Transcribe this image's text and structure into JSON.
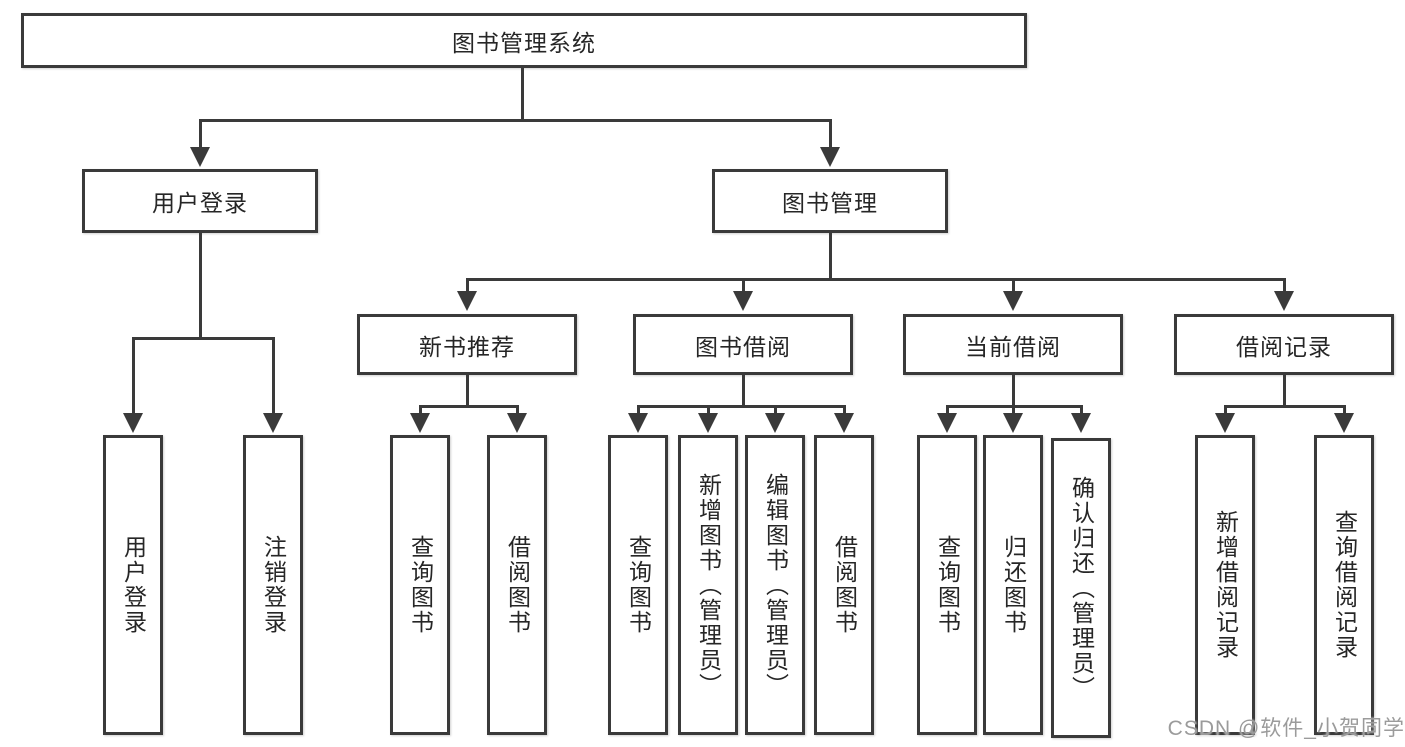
{
  "tree": {
    "root": {
      "label": "图书管理系统"
    },
    "branches": [
      {
        "label": "用户登录",
        "children": [
          {
            "label": "用户登录"
          },
          {
            "label": "注销登录"
          }
        ]
      },
      {
        "label": "图书管理",
        "children": [
          {
            "label": "新书推荐",
            "children": [
              {
                "label": "查询图书"
              },
              {
                "label": "借阅图书"
              }
            ]
          },
          {
            "label": "图书借阅",
            "children": [
              {
                "label": "查询图书"
              },
              {
                "label": "新增图书（管理员）"
              },
              {
                "label": "编辑图书（管理员）"
              },
              {
                "label": "借阅图书"
              }
            ]
          },
          {
            "label": "当前借阅",
            "children": [
              {
                "label": "查询图书"
              },
              {
                "label": "归还图书"
              },
              {
                "label": "确认归还（管理员）"
              }
            ]
          },
          {
            "label": "借阅记录",
            "children": [
              {
                "label": "新增借阅记录"
              },
              {
                "label": "查询借阅记录"
              }
            ]
          }
        ]
      }
    ]
  },
  "watermark": {
    "text": "CSDN @软件_小贺同学"
  },
  "colors": {
    "line": "#3a3a3a",
    "text": "#262626",
    "wm": "#9b9b9b",
    "bg": "#ffffff"
  }
}
